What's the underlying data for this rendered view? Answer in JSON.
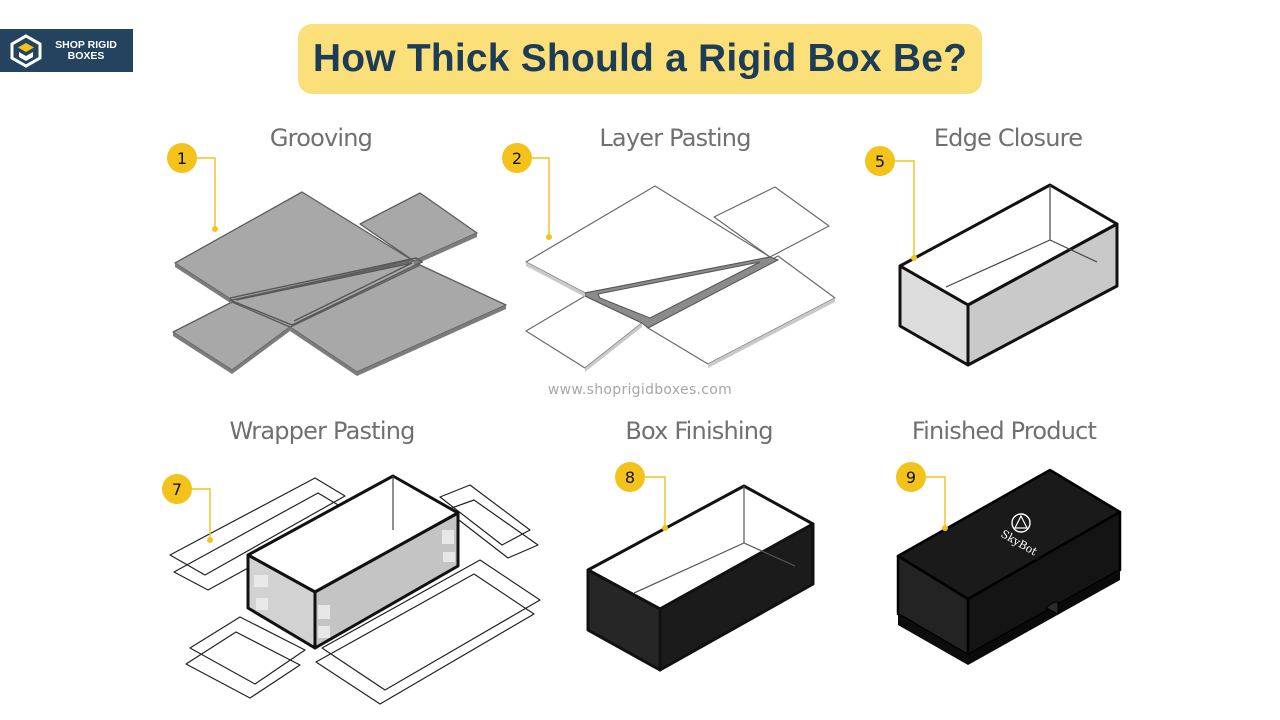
{
  "brand": {
    "name": "SHOP RIGID BOXES"
  },
  "title": "How Thick Should a Rigid Box Be?",
  "watermark": "www.shoprigidboxes.com",
  "steps": [
    {
      "label": "Grooving",
      "number": "1"
    },
    {
      "label": "Layer Pasting",
      "number": "2"
    },
    {
      "label": "Edge Closure",
      "number": "5"
    },
    {
      "label": "Wrapper Pasting",
      "number": "7"
    },
    {
      "label": "Box Finishing",
      "number": "8"
    },
    {
      "label": "Finished Product",
      "number": "9"
    }
  ],
  "product_logo": "SkyBot",
  "colors": {
    "accent_yellow": "#fbe07a",
    "badge_yellow": "#f3c21b",
    "navy": "#1d3c57",
    "board_gray": "#a9a9a9",
    "box_black": "#1b1b1b"
  }
}
